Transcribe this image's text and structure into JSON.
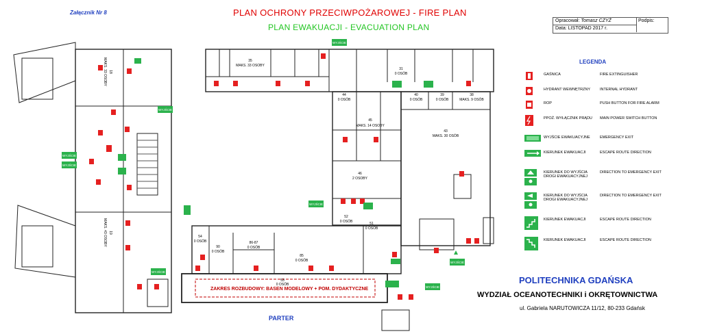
{
  "annex": "Załącznik Nr 8",
  "title_fire": "PLAN  OCHRONY  PRZECIWPOŻAROWEJ  -  FIRE  PLAN",
  "title_evac": "PLAN  EWAKUACJI  -  EVACUATION  PLAN",
  "info": {
    "prepared_label": "Opracował:",
    "prepared_value": "Tomasz CZYŻ",
    "date_label": "Data:",
    "date_value": "LISTOPAD  2017  r.",
    "signature_label": "Podpis:"
  },
  "legend": {
    "title": "LEGENDA",
    "items": [
      {
        "pl": "GAŚNICA",
        "en": "FIRE EXTINGUISHER",
        "icon": "fire-extinguisher-icon"
      },
      {
        "pl": "HYDRANT WEWNĘTRZNY",
        "en": "INTERNAL  HYDRANT",
        "icon": "hydrant-icon"
      },
      {
        "pl": "ROP",
        "en": "PUSH BUTTON FOR FIRE ALARM",
        "icon": "fire-alarm-button-icon"
      },
      {
        "pl": "PPOŻ. WYŁĄCZNIK PRĄDU",
        "en": "MAIN POWER SWITCH BUTTON",
        "icon": "power-switch-icon"
      },
      {
        "pl": "WYJŚCIE EWAKUACYJNE",
        "en": "EMERGENCY EXIT",
        "icon": "emergency-exit-icon"
      },
      {
        "pl": "KIERUNEK EWAKUACJI",
        "en": "ESCAPE ROUTE DIRECTION",
        "icon": "escape-arrow-icon"
      },
      {
        "pl": "KIERUNEK DO WYJŚCIA DROGI EWAKUACYJNEJ",
        "en": "DIRECTION TO EMERGENCY EXIT",
        "icon": "exit-direction-icon"
      },
      {
        "pl": "KIERUNEK DO WYJŚCIA DROGI EWAKUACYJNEJ",
        "en": "DIRECTION TO EMERGENCY EXIT",
        "icon": "exit-direction-icon"
      },
      {
        "pl": "KIERUNEK EWAKUACJI",
        "en": "ESCAPE ROUTE DIRECTION",
        "icon": "stairs-up-icon"
      },
      {
        "pl": "KIERUNEK EWAKUACJI",
        "en": "ESCAPE ROUTE DIRECTION",
        "icon": "stairs-down-icon"
      }
    ]
  },
  "university": "POLITECHNIKA GDAŃSKA",
  "faculty": "WYDZIAŁ OCEANOTECHNIKI i OKRĘTOWNICTWA",
  "address": "ul. Gabriela NARUTOWICZA 11/12, 80-233 Gdańsk",
  "floor": "PARTER",
  "scope_note": "ZAKRES ROZBUDOWY:  BASEN MODELOWY + POM. DYDAKTYCZNE",
  "exit_sign_text": "WYJŚCIE",
  "rooms": [
    {
      "num": "35",
      "cap": "MAKS. 33 OSOBY"
    },
    {
      "num": "31",
      "cap": "0 OSÓB"
    },
    {
      "num": "44",
      "cap": "0 OSÓB"
    },
    {
      "num": "40",
      "cap": "0 OSÓB"
    },
    {
      "num": "39",
      "cap": "0 OSÓB"
    },
    {
      "num": "38",
      "cap": "MAKS. 9 OSÓB"
    },
    {
      "num": "45",
      "cap": "MAKS. 14 OSOBY"
    },
    {
      "num": "43",
      "cap": "MAKS. 30 OSÓB"
    },
    {
      "num": "46",
      "cap": "2 OSOBY"
    },
    {
      "num": "52",
      "cap": "0 OSÓB"
    },
    {
      "num": "51",
      "cap": "0 OSÓB"
    },
    {
      "num": "54",
      "cap": "0 OSÓB"
    },
    {
      "num": "90",
      "cap": "0 OSÓB"
    },
    {
      "num": "86-87",
      "cap": "0 OSÓB"
    },
    {
      "num": "85",
      "cap": "0 OSÓB"
    },
    {
      "num": "53",
      "cap": "0 OSÓB"
    },
    {
      "num": "19",
      "cap": "MAKS. 43 OSOBY"
    },
    {
      "num": "18",
      "cap": "MAKS. 33 OSOBY"
    }
  ]
}
